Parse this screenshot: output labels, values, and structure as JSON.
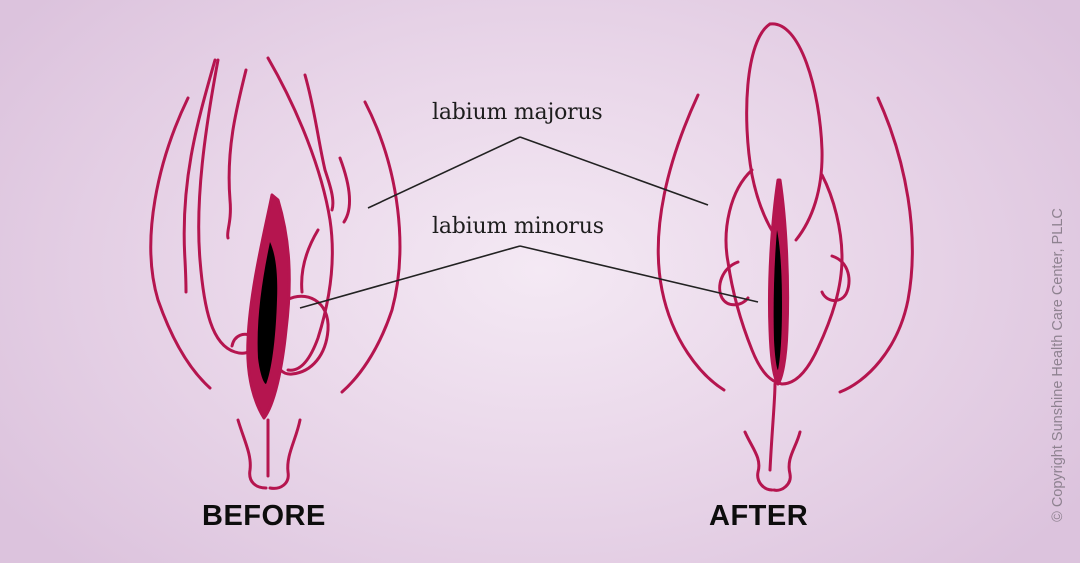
{
  "labels": {
    "majorus": "labium majorus",
    "minorus": "labium minorus"
  },
  "captions": {
    "before": "BEFORE",
    "after": "AFTER"
  },
  "copyright": "© Copyright Sunshine Health Care Center, PLLC",
  "colors": {
    "background": "#e6d2e7",
    "outline": "#b5154f",
    "tissue": "#b5154f",
    "opening": "#000000",
    "leader_line": "#222222",
    "text": "#1d1d1d"
  }
}
